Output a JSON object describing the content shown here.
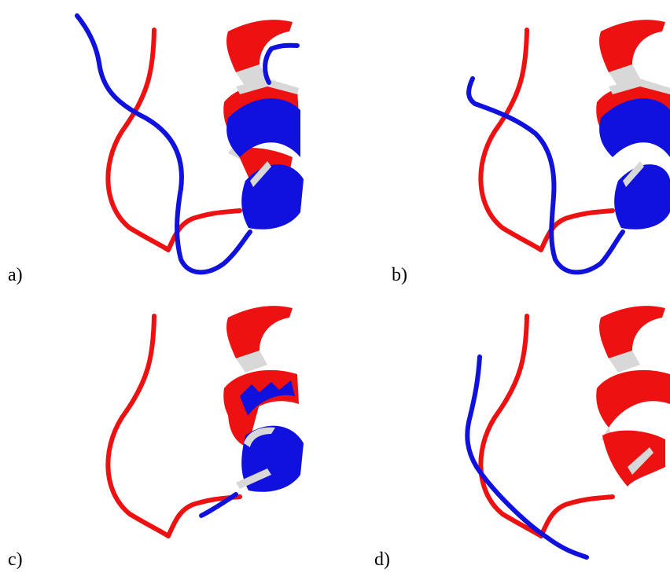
{
  "colors": {
    "reference": "#ee1111",
    "overlay": "#1111dd",
    "highlight": "#d8d8d8",
    "background": "#ffffff"
  },
  "panels": [
    {
      "id": "a",
      "label": "a)",
      "overlay": "full-ribbon"
    },
    {
      "id": "b",
      "label": "b)",
      "overlay": "full-ribbon"
    },
    {
      "id": "c",
      "label": "c)",
      "overlay": "partial-helix"
    },
    {
      "id": "d",
      "label": "d)",
      "overlay": "coil-strand"
    }
  ]
}
